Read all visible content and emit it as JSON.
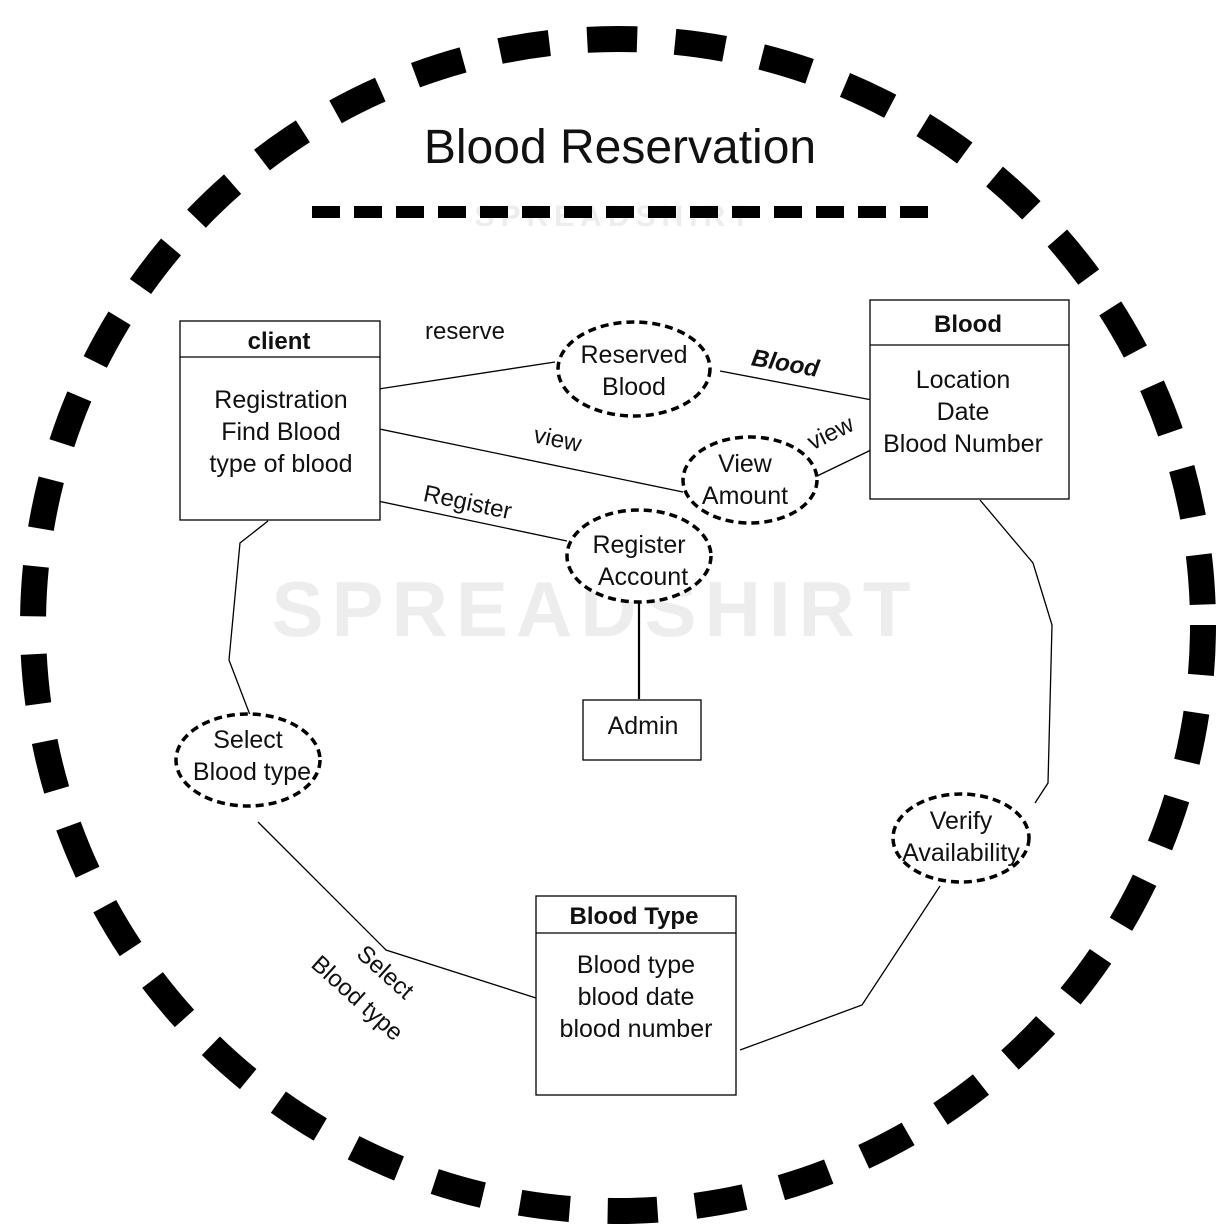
{
  "title": "Blood Reservation",
  "watermark": "SPREADSHIRT",
  "entities": {
    "client": {
      "header": "client",
      "lines": [
        "Registration",
        "Find Blood",
        "type of blood"
      ]
    },
    "blood": {
      "header": "Blood",
      "lines": [
        "Location",
        "Date",
        "Blood Number"
      ]
    },
    "blood_type": {
      "header": "Blood Type",
      "lines": [
        "Blood type",
        "blood date",
        "blood number"
      ]
    },
    "admin": {
      "label": "Admin"
    }
  },
  "relationships": {
    "reserved_blood": [
      "Reserved",
      "Blood"
    ],
    "view_amount": [
      "View",
      "Amount"
    ],
    "register_account": [
      "Register",
      "Account"
    ],
    "select_blood_type": [
      "Select",
      "Blood type"
    ],
    "verify_availability": [
      "Verify",
      "Availability"
    ]
  },
  "edge_labels": {
    "reserve": "reserve",
    "blood": "Blood",
    "view_left": "view",
    "view_right": "view",
    "register": "Register",
    "select_blood_type": [
      "Select",
      "Blood type"
    ]
  },
  "colors": {
    "stroke": "#000000",
    "text": "#111111",
    "watermark": "#ededed"
  }
}
